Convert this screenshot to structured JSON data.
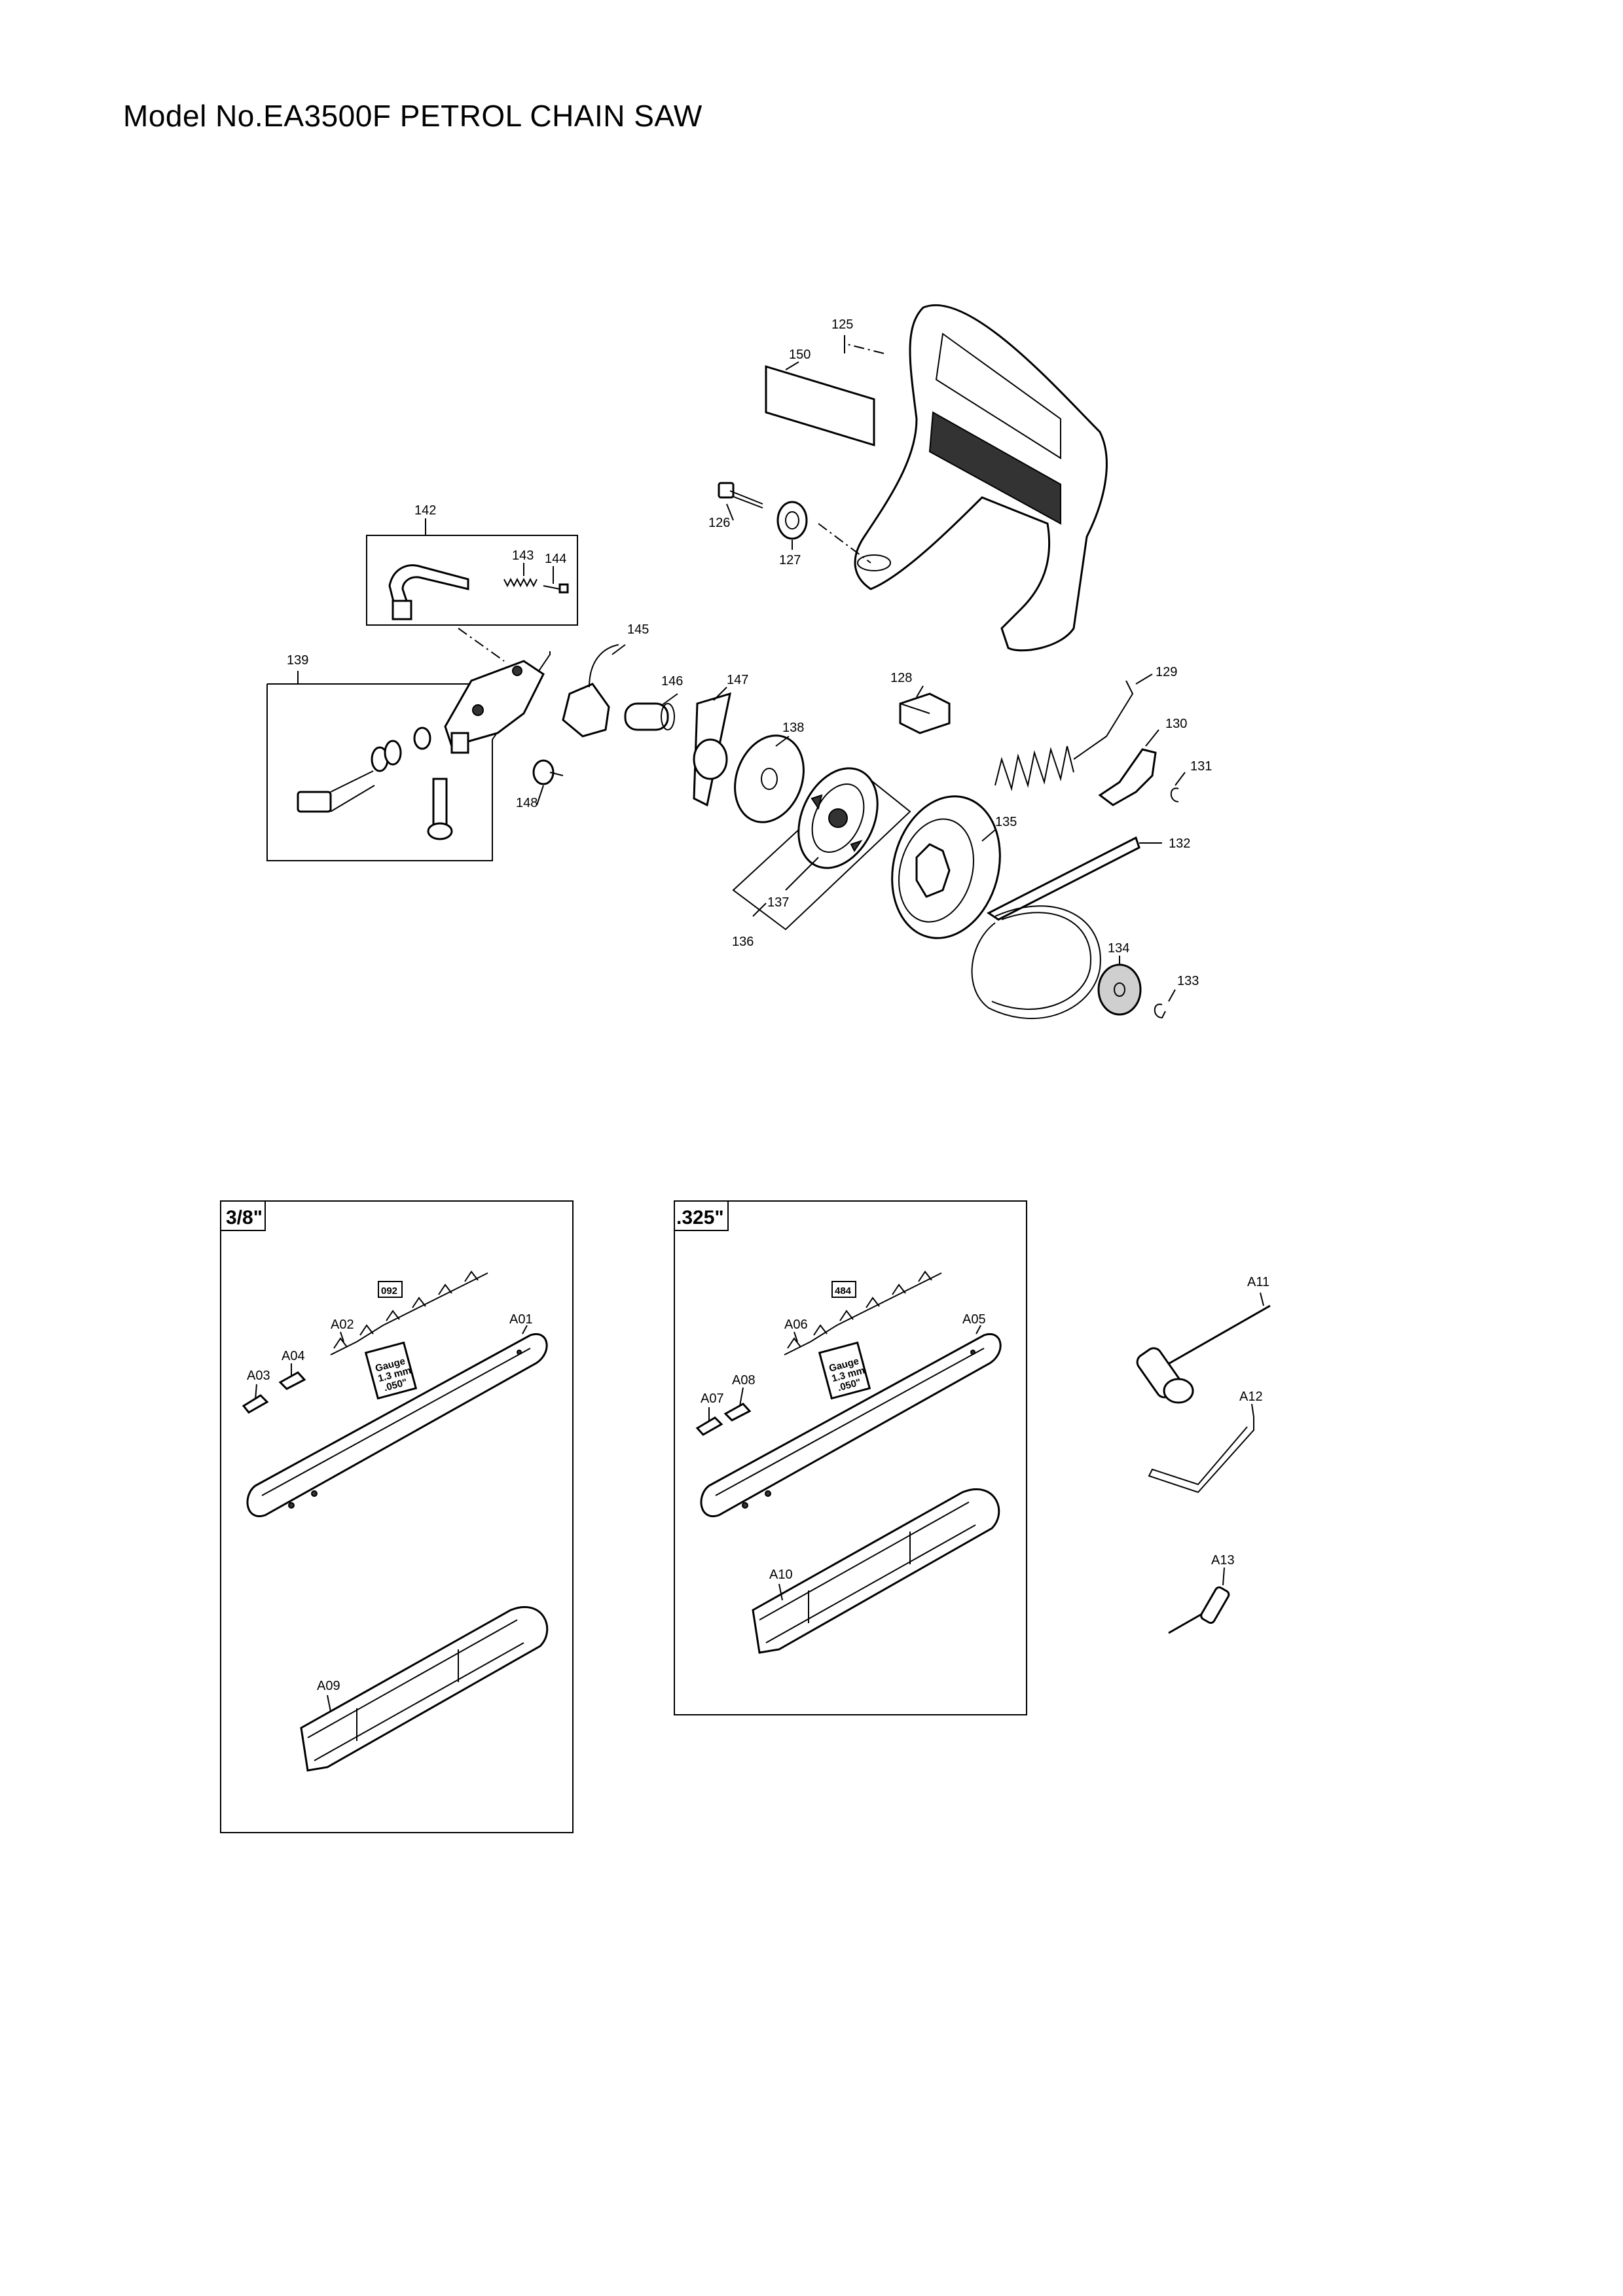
{
  "title": "Model No.EA3500F PETROL CHAIN SAW",
  "labels": {
    "p125": "125",
    "p126": "126",
    "p127": "127",
    "p128": "128",
    "p129": "129",
    "p130": "130",
    "p131": "131",
    "p132": "132",
    "p133": "133",
    "p134": "134",
    "p135": "135",
    "p136": "136",
    "p137": "137",
    "p138": "138",
    "p139": "139",
    "p142": "142",
    "p143": "143",
    "p144": "144",
    "p145": "145",
    "p146": "146",
    "p147": "147",
    "p148": "148",
    "p150": "150",
    "a01": "A01",
    "a02": "A02",
    "a03": "A03",
    "a04": "A04",
    "a05": "A05",
    "a06": "A06",
    "a07": "A07",
    "a08": "A08",
    "a09": "A09",
    "a10": "A10",
    "a11": "A11",
    "a12": "A12",
    "a13": "A13"
  },
  "boxes": {
    "left": {
      "pitch": "3/8\"",
      "chain_code": "092",
      "gauge_line1": "Gauge",
      "gauge_line2": "1.3 mm",
      "gauge_line3": ".050\""
    },
    "right": {
      "pitch": ".325\"",
      "chain_code": "484",
      "gauge_line1": "Gauge",
      "gauge_line2": "1.3 mm",
      "gauge_line3": ".050\""
    }
  }
}
